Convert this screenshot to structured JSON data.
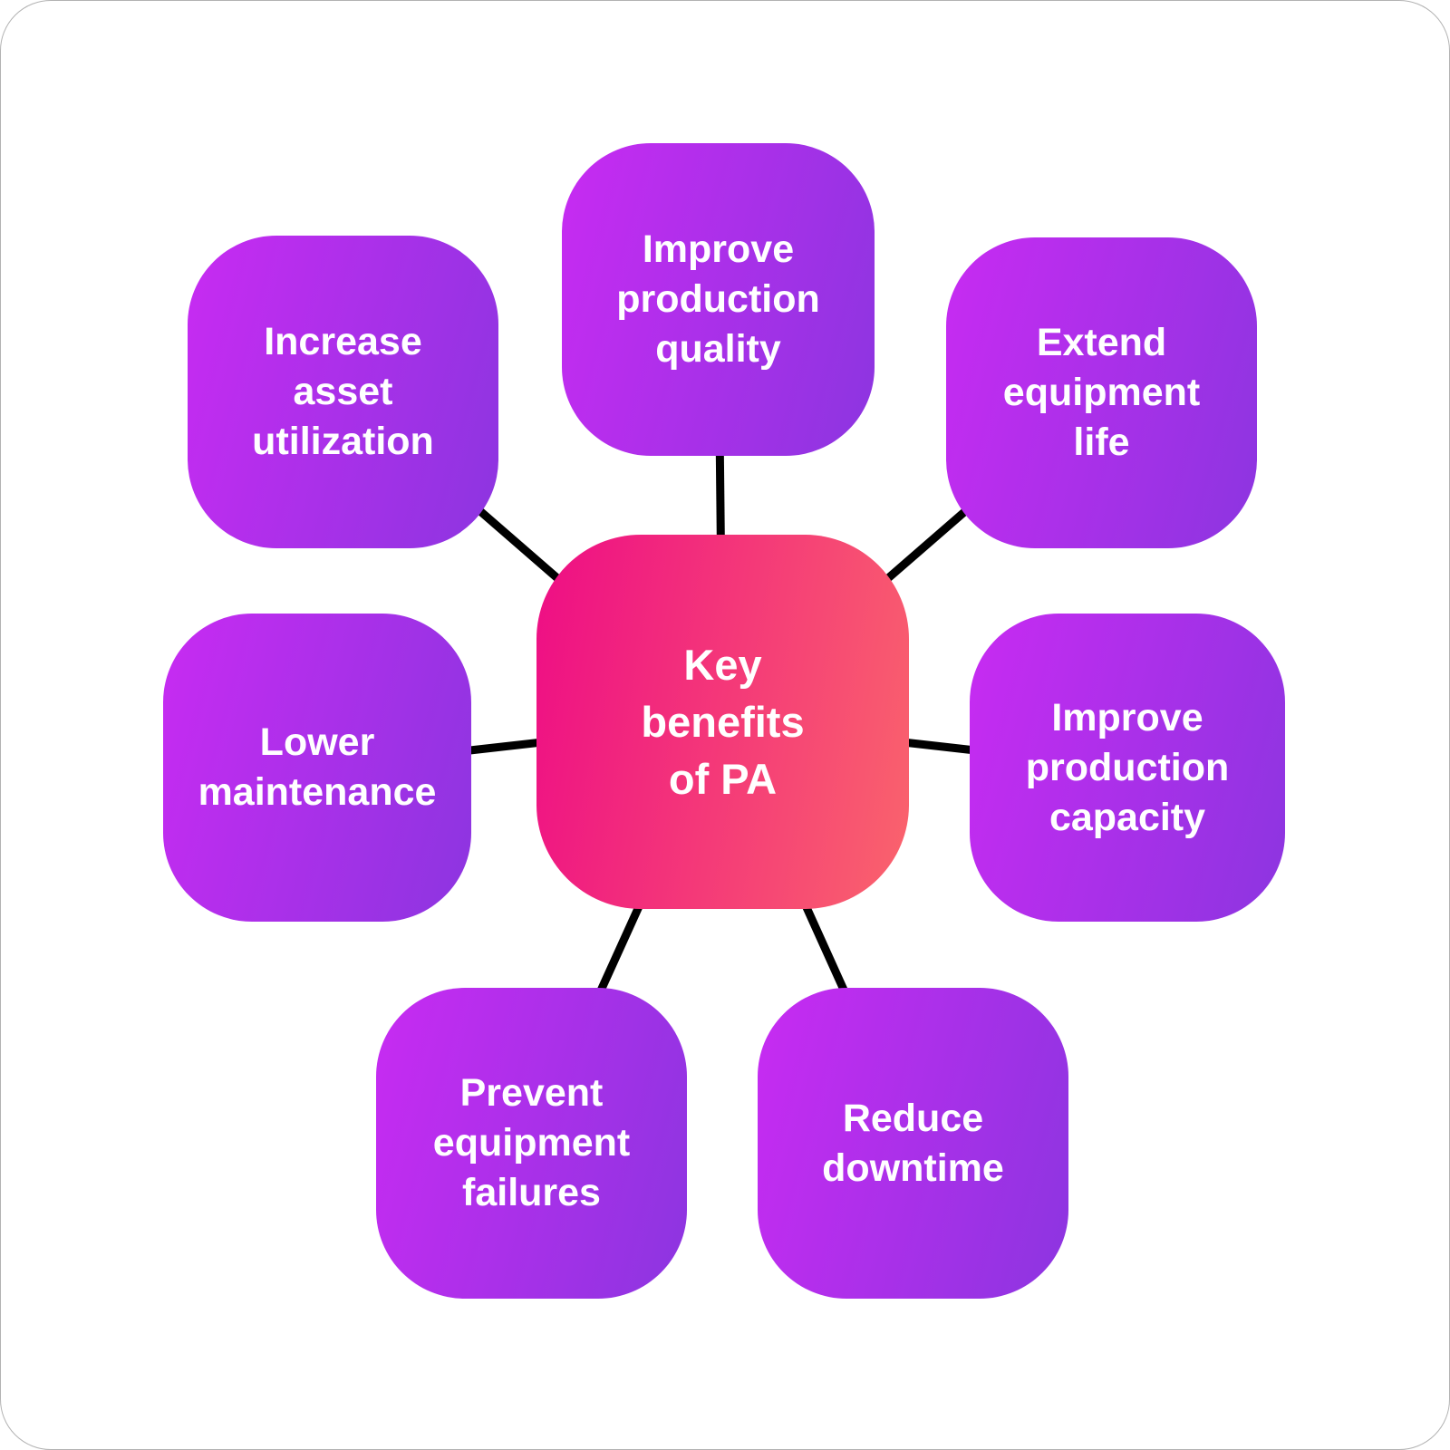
{
  "diagram": {
    "title": "Key benefits of PA",
    "center_node": {
      "id": "key-benefits-of-pa",
      "label": "Key\nbenefits\nof PA",
      "gradient_from": "#EE0D85",
      "gradient_to": "#FA646C",
      "text_color": "#FFFFFF"
    },
    "satellite_nodes": [
      {
        "id": "increase-asset-utilization",
        "label": "Increase\nasset\nutilization"
      },
      {
        "id": "improve-production-quality",
        "label": "Improve\nproduction\nquality"
      },
      {
        "id": "extend-equipment-life",
        "label": "Extend\nequipment\nlife"
      },
      {
        "id": "lower-maintenance",
        "label": "Lower\nmaintenance"
      },
      {
        "id": "improve-production-capacity",
        "label": "Improve\nproduction\ncapacity"
      },
      {
        "id": "prevent-equipment-failures",
        "label": "Prevent\nequipment\nfailures"
      },
      {
        "id": "reduce-downtime",
        "label": "Reduce\ndowntime"
      }
    ],
    "style": {
      "satellite_gradient_from": "#C82BF2",
      "satellite_gradient_to": "#8C35E0",
      "satellite_text_color": "#FFFFFF",
      "connector_color": "#000000",
      "connector_width": 9,
      "background": "#FFFFFF"
    }
  }
}
